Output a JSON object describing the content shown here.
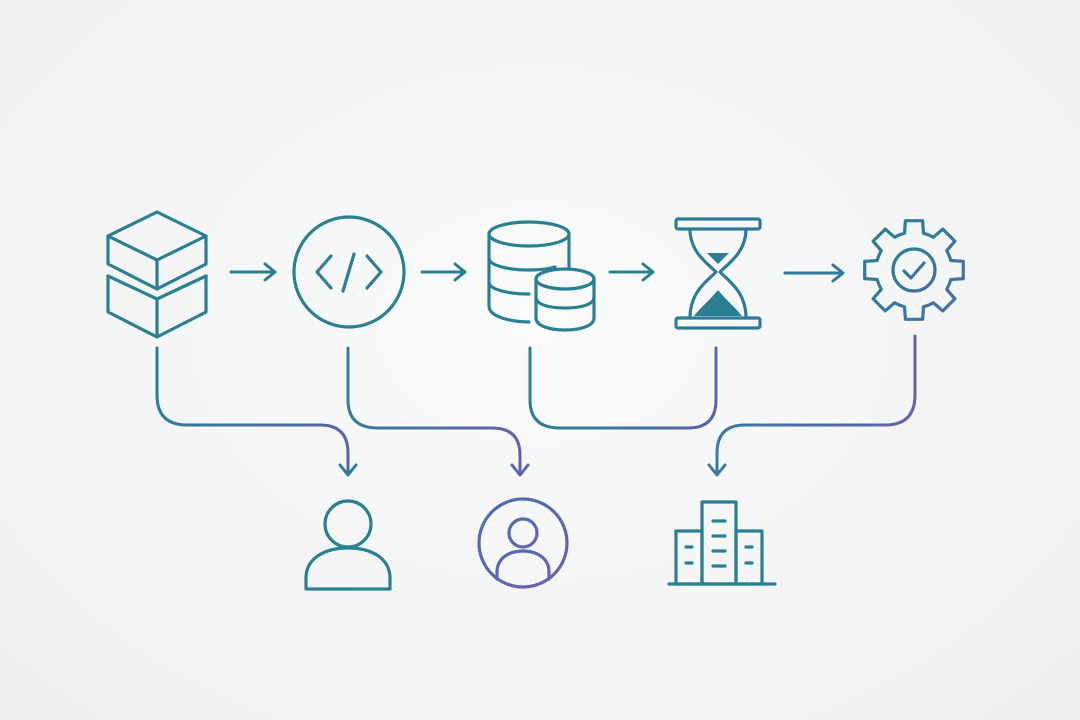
{
  "colors": {
    "background": "#f3f4f5",
    "teal": "#2a7f93",
    "teal_dark": "#1f6f82",
    "violet": "#6361ae",
    "blue_mid": "#4a6fa5"
  },
  "pipeline": {
    "stages": [
      {
        "id": "layers",
        "icon": "stacked-layers-icon"
      },
      {
        "id": "code",
        "icon": "code-brackets-icon"
      },
      {
        "id": "database",
        "icon": "database-stack-icon"
      },
      {
        "id": "hourglass",
        "icon": "hourglass-icon"
      },
      {
        "id": "settings",
        "icon": "gear-check-icon"
      }
    ],
    "arrows": [
      {
        "from": "layers",
        "to": "code"
      },
      {
        "from": "code",
        "to": "database"
      },
      {
        "from": "database",
        "to": "hourglass"
      },
      {
        "from": "hourglass",
        "to": "settings"
      }
    ]
  },
  "targets": [
    {
      "id": "user",
      "icon": "user-icon"
    },
    {
      "id": "profile",
      "icon": "user-circle-icon"
    },
    {
      "id": "organization",
      "icon": "building-icon"
    }
  ],
  "connections": [
    {
      "from": "layers",
      "to": "user"
    },
    {
      "from": "code",
      "to": "profile"
    },
    {
      "from": "database",
      "to": "hourglass"
    },
    {
      "from": "settings",
      "to": "organization"
    }
  ]
}
